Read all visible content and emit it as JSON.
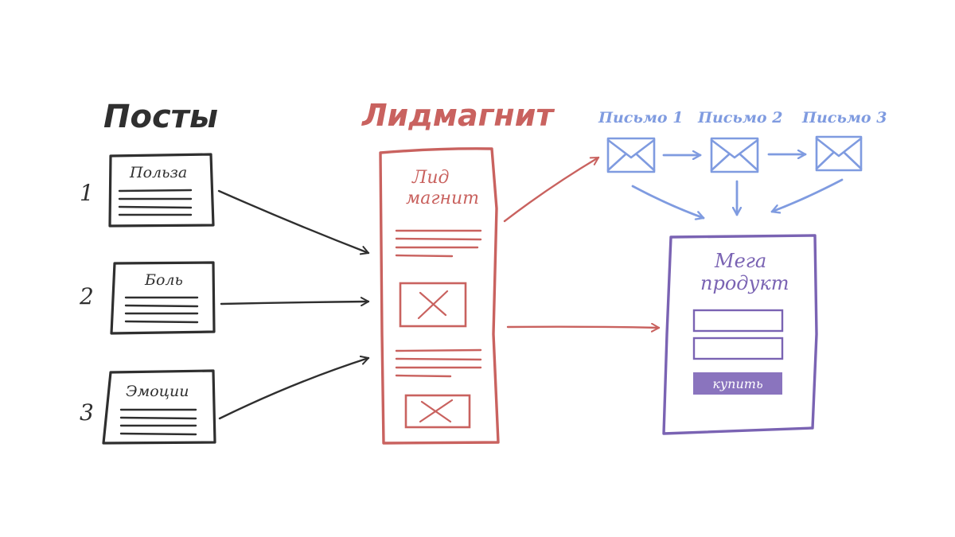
{
  "colors": {
    "posts": "#2f2f2f",
    "lead": "#c9625f",
    "letters": "#7f9be0",
    "product": "#7a63b3",
    "button_fill": "#8a74be",
    "button_text": "#ffffff"
  },
  "posts": {
    "title": "Посты",
    "items": [
      {
        "number": "1",
        "label": "Польза"
      },
      {
        "number": "2",
        "label": "Боль"
      },
      {
        "number": "3",
        "label": "Эмоции"
      }
    ]
  },
  "leadmagnet": {
    "title": "Лидмагнит",
    "card_line1": "Лид",
    "card_line2": "магнит"
  },
  "letters": {
    "items": [
      {
        "label": "Письмо 1"
      },
      {
        "label": "Письмо 2"
      },
      {
        "label": "Письмо 3"
      }
    ]
  },
  "product": {
    "line1": "Мега",
    "line2": "продукт",
    "button_label": "купить"
  }
}
